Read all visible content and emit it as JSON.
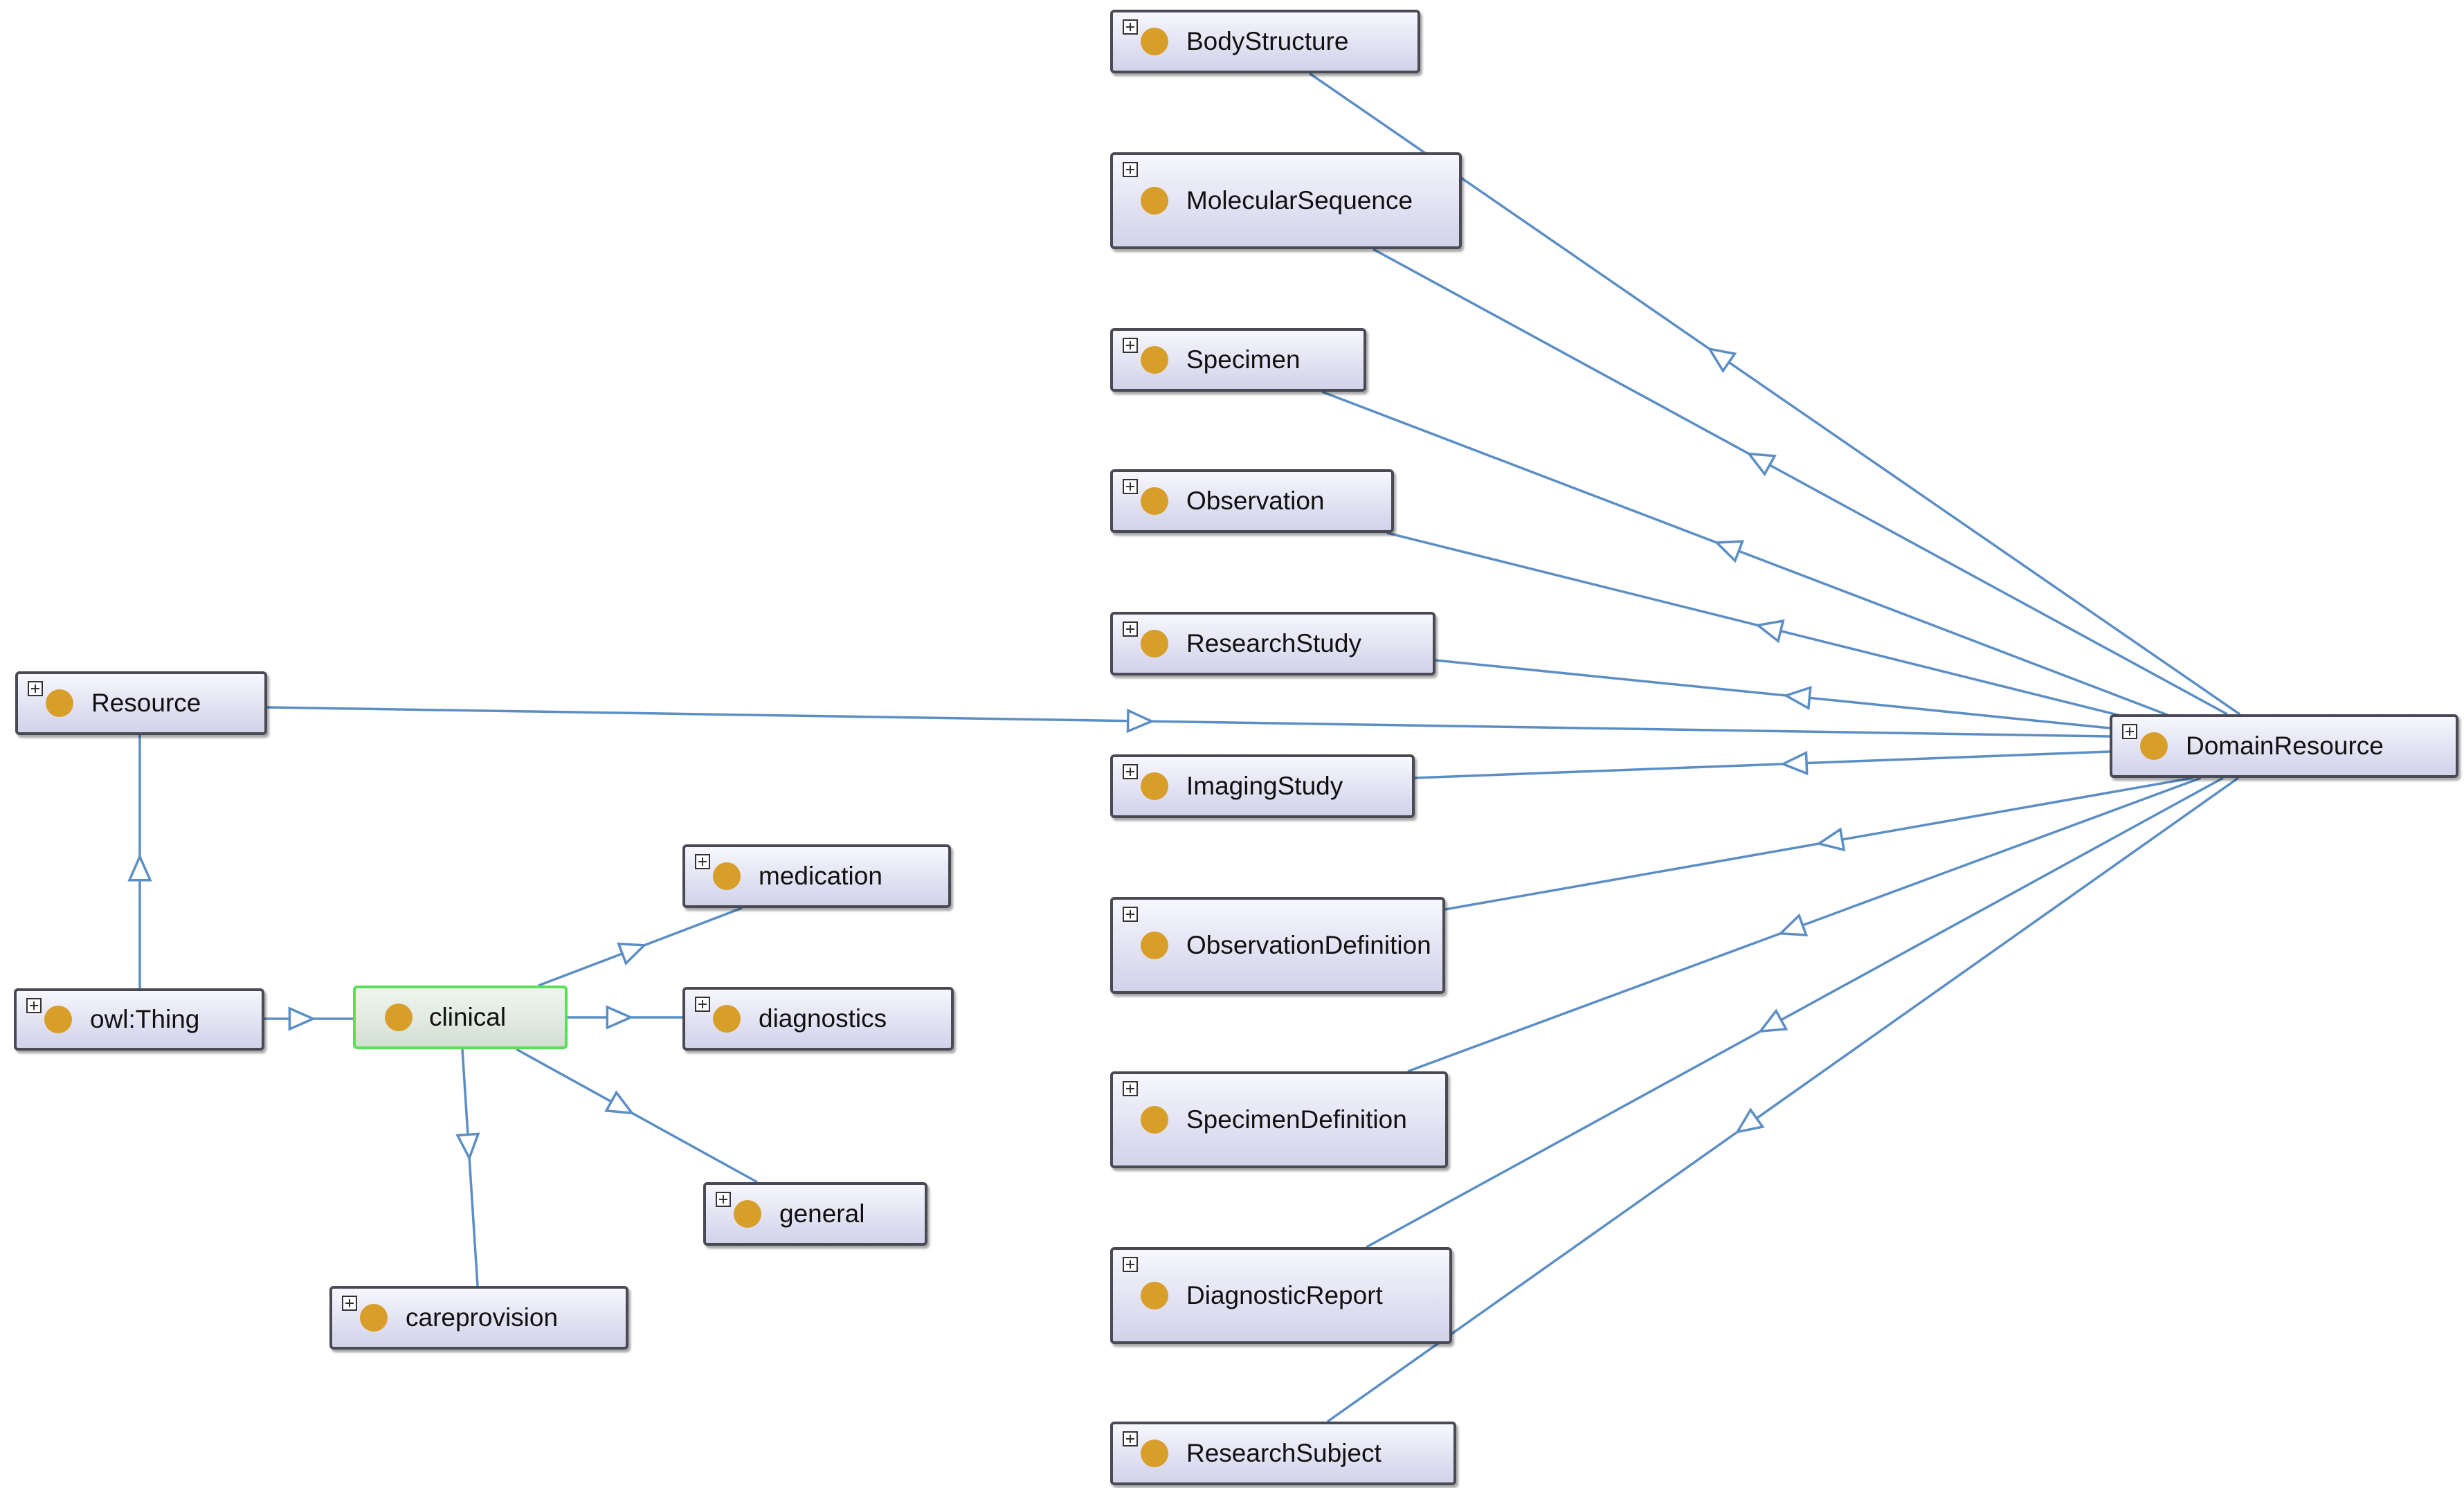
{
  "diagram": {
    "line_color": "#5b8ec4",
    "node_dot_color": "#d89e2a",
    "selected_border_color": "#55e055",
    "nodes": [
      {
        "id": "resource",
        "label": "Resource",
        "expandable": true
      },
      {
        "id": "owl-thing",
        "label": "owl:Thing",
        "expandable": true
      },
      {
        "id": "clinical",
        "label": "clinical",
        "expandable": false,
        "selected": true
      },
      {
        "id": "medication",
        "label": "medication",
        "expandable": true
      },
      {
        "id": "diagnostics",
        "label": "diagnostics",
        "expandable": true
      },
      {
        "id": "general",
        "label": "general",
        "expandable": true
      },
      {
        "id": "careprovision",
        "label": "careprovision",
        "expandable": true
      },
      {
        "id": "bodystructure",
        "label": "BodyStructure",
        "expandable": true
      },
      {
        "id": "molecularsequence",
        "label": "MolecularSequence",
        "expandable": true
      },
      {
        "id": "specimen",
        "label": "Specimen",
        "expandable": true
      },
      {
        "id": "observation",
        "label": "Observation",
        "expandable": true
      },
      {
        "id": "researchstudy",
        "label": "ResearchStudy",
        "expandable": true
      },
      {
        "id": "imagingstudy",
        "label": "ImagingStudy",
        "expandable": true
      },
      {
        "id": "observationdefinition",
        "label": "ObservationDefinition",
        "expandable": true
      },
      {
        "id": "specimendefinition",
        "label": "SpecimenDefinition",
        "expandable": true
      },
      {
        "id": "diagnosticreport",
        "label": "DiagnosticReport",
        "expandable": true
      },
      {
        "id": "researchsubject",
        "label": "ResearchSubject",
        "expandable": true
      },
      {
        "id": "domainresource",
        "label": "DomainResource",
        "expandable": true
      }
    ],
    "edges": [
      {
        "from": "owl-thing",
        "to": "resource"
      },
      {
        "from": "owl-thing",
        "to": "clinical"
      },
      {
        "from": "clinical",
        "to": "medication"
      },
      {
        "from": "clinical",
        "to": "diagnostics"
      },
      {
        "from": "clinical",
        "to": "general"
      },
      {
        "from": "clinical",
        "to": "careprovision"
      },
      {
        "from": "resource",
        "to": "domainresource"
      },
      {
        "from": "domainresource",
        "to": "bodystructure"
      },
      {
        "from": "domainresource",
        "to": "molecularsequence"
      },
      {
        "from": "domainresource",
        "to": "specimen"
      },
      {
        "from": "domainresource",
        "to": "observation"
      },
      {
        "from": "domainresource",
        "to": "researchstudy"
      },
      {
        "from": "domainresource",
        "to": "imagingstudy"
      },
      {
        "from": "domainresource",
        "to": "observationdefinition"
      },
      {
        "from": "domainresource",
        "to": "specimendefinition"
      },
      {
        "from": "domainresource",
        "to": "diagnosticreport"
      },
      {
        "from": "domainresource",
        "to": "researchsubject"
      }
    ]
  }
}
